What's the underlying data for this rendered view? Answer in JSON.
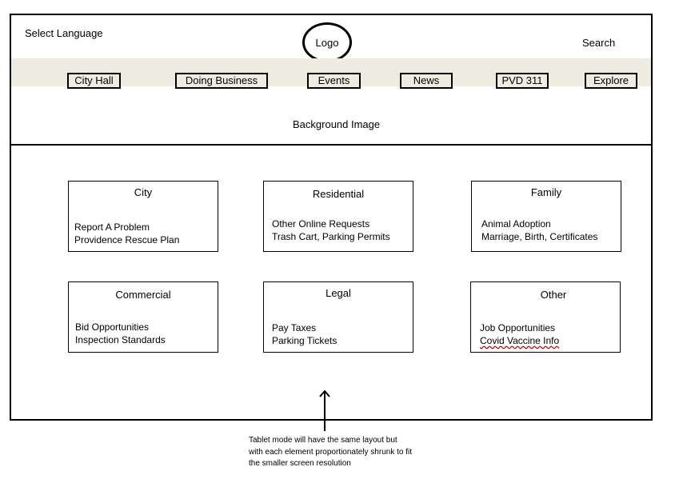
{
  "header": {
    "select_language": "Select Language",
    "logo": "Logo",
    "search": "Search"
  },
  "nav": {
    "items": [
      "City Hall",
      "Doing Business",
      "Events",
      "News",
      "PVD 311",
      "Explore"
    ]
  },
  "hero": {
    "label": "Background Image"
  },
  "cards": [
    {
      "title": "City",
      "lines": [
        "Report A Problem",
        "Providence Rescue Plan"
      ]
    },
    {
      "title": "Residential",
      "lines": [
        "Other Online Requests",
        "Trash Cart, Parking Permits"
      ]
    },
    {
      "title": "Family",
      "lines": [
        "Animal Adoption",
        "Marriage, Birth, Certificates"
      ]
    },
    {
      "title": "Commercial",
      "lines": [
        "Bid Opportunities",
        "Inspection Standards"
      ]
    },
    {
      "title": "Legal",
      "lines": [
        "Pay Taxes",
        "Parking Tickets"
      ]
    },
    {
      "title": "Other",
      "lines": [
        "Job Opportunities",
        "Covid Vaccine Info"
      ]
    }
  ],
  "note": {
    "text": "Tablet mode will have the same layout but with each element proportionately shrunk to fit the smaller screen resolution"
  }
}
